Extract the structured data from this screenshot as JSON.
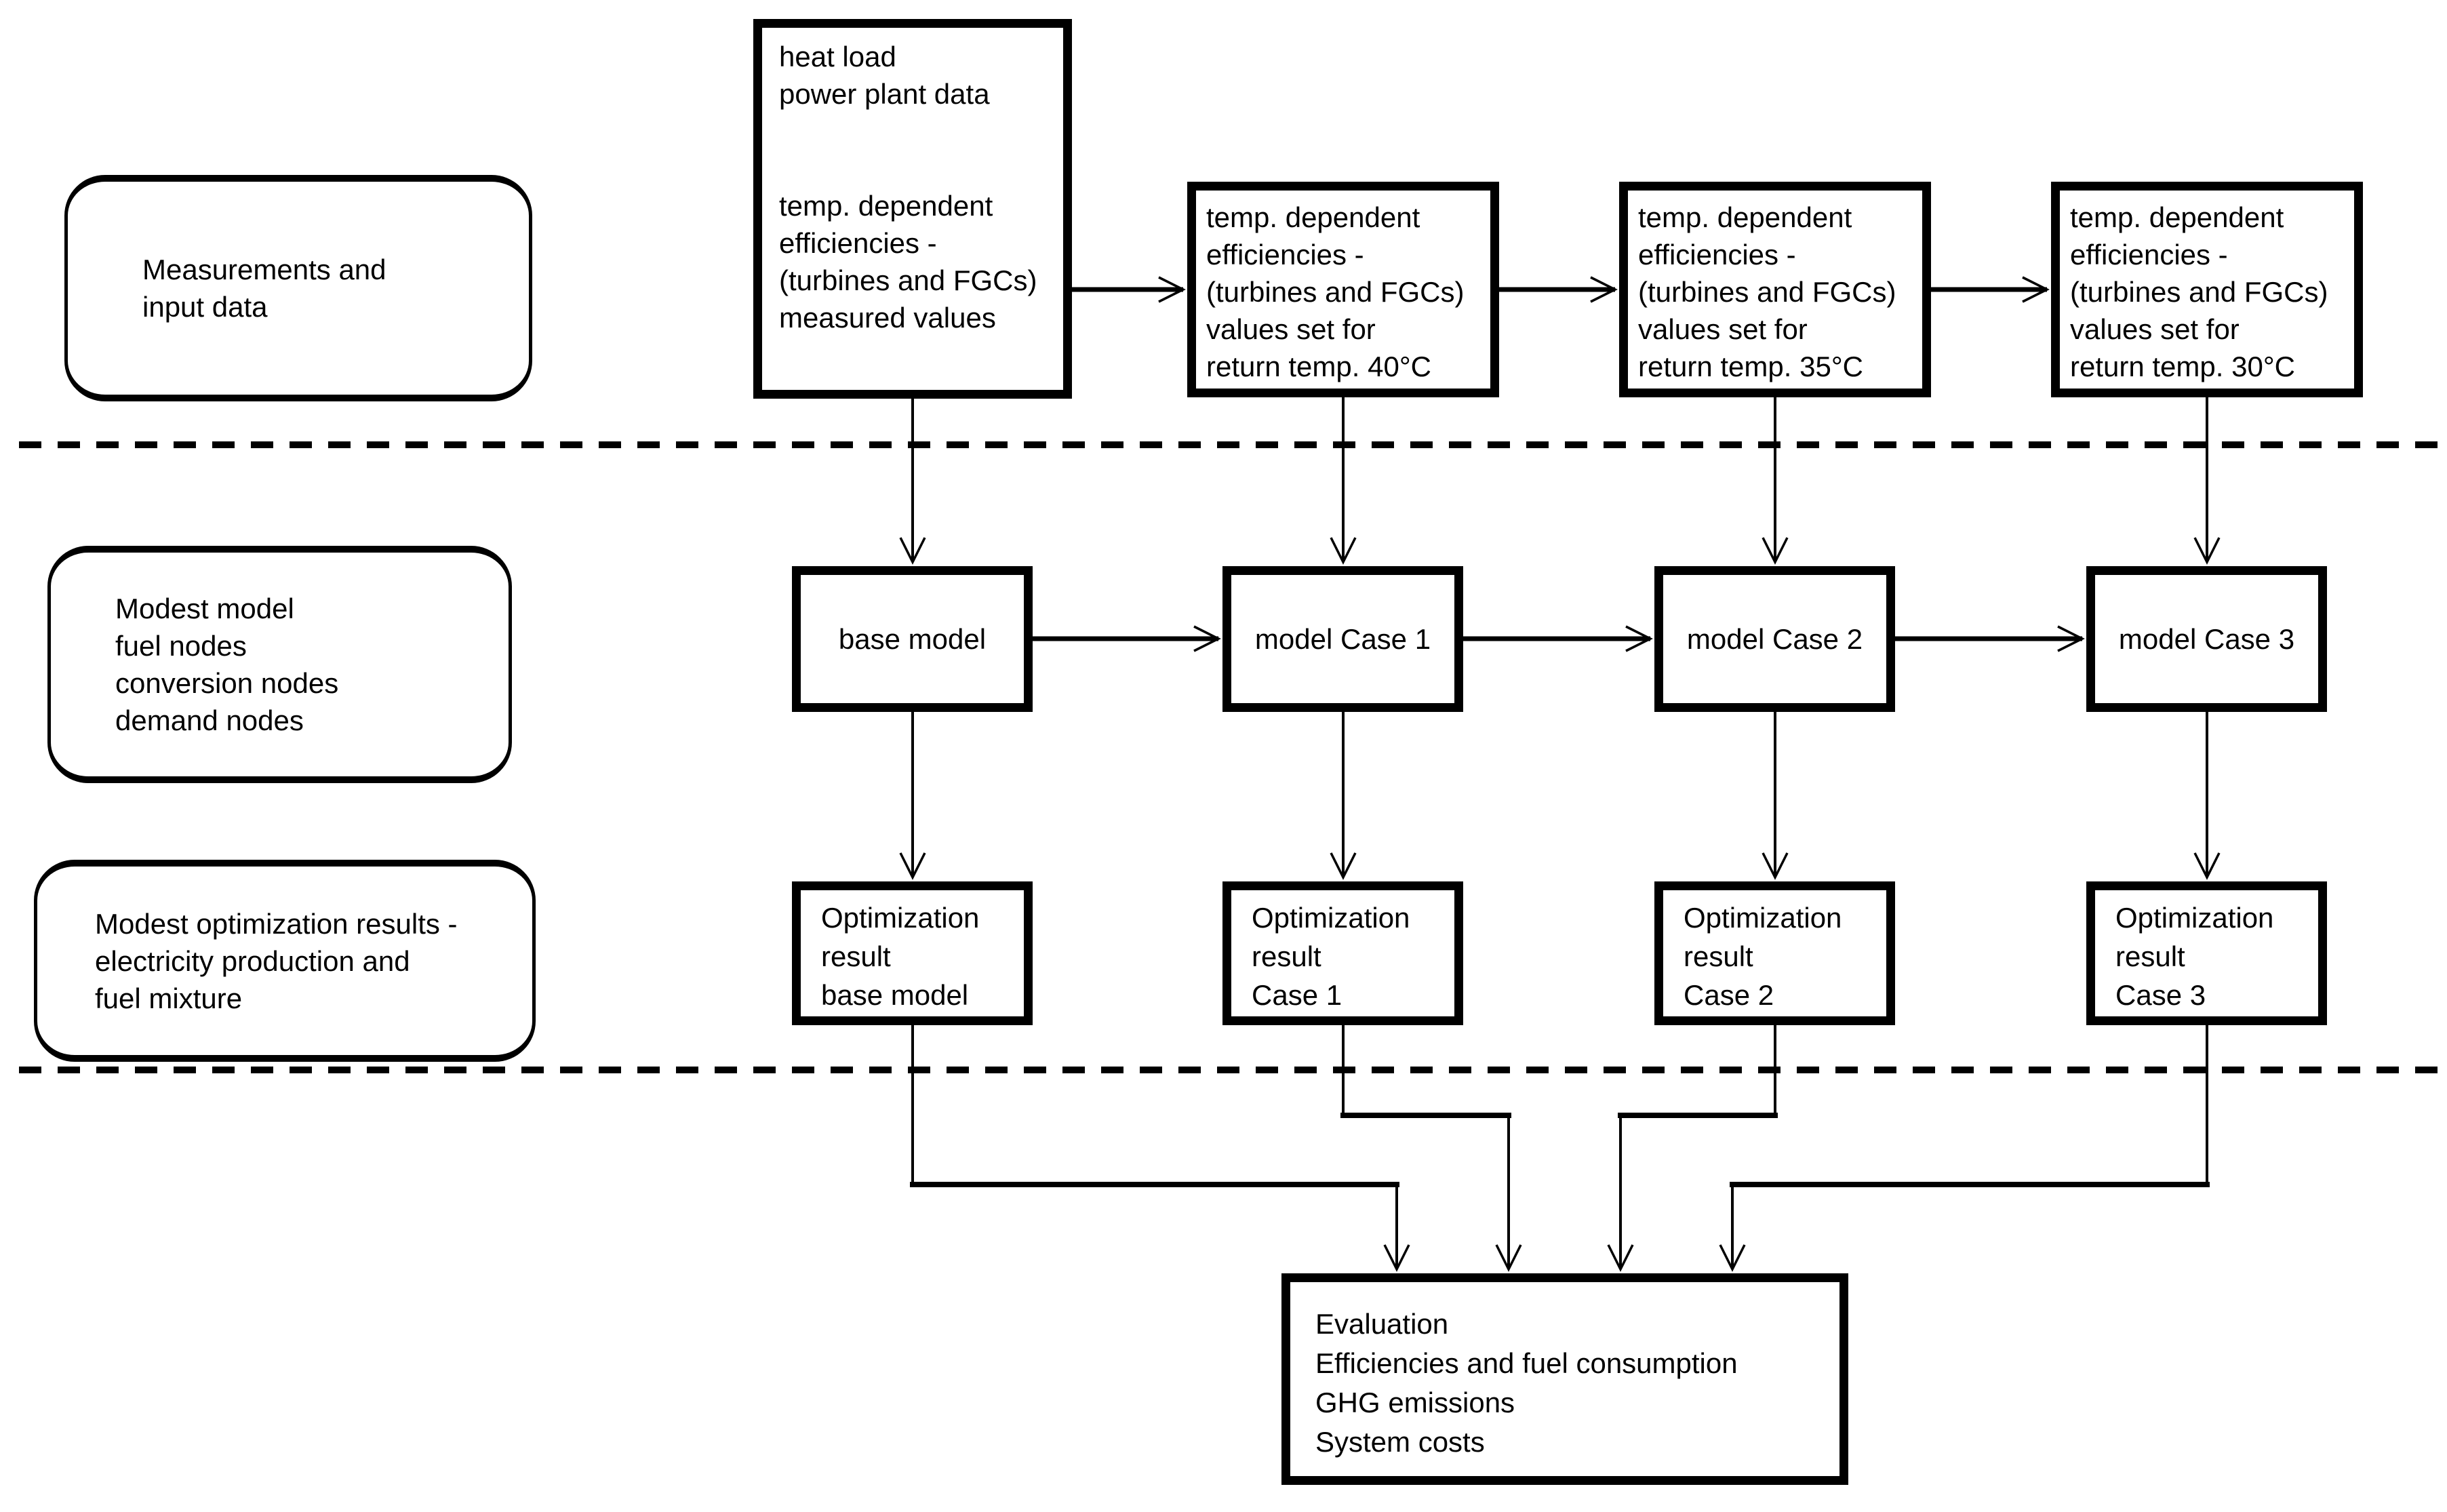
{
  "row_labels": {
    "measurements": "Measurements and\ninput data",
    "model": "Modest model\nfuel nodes\nconversion nodes\ndemand nodes",
    "optimization": "Modest optimization results -\nelectricity production and\nfuel mixture"
  },
  "input_row": {
    "measured": "heat load\npower plant data\n\n\ntemp. dependent\nefficiencies -\n(turbines and FGCs)\nmeasured values",
    "return_40": "temp. dependent\nefficiencies -\n(turbines and FGCs)\nvalues set for\nreturn temp. 40°C",
    "return_35": "temp. dependent\nefficiencies -\n(turbines and FGCs)\nvalues set for\nreturn temp. 35°C",
    "return_30": "temp. dependent\nefficiencies -\n(turbines and FGCs)\nvalues set for\nreturn temp. 30°C"
  },
  "model_row": {
    "base": "base model",
    "case1": "model Case 1",
    "case2": "model Case 2",
    "case3": "model Case 3"
  },
  "result_row": {
    "base": "Optimization\nresult\nbase model",
    "case1": "Optimization\nresult\nCase 1",
    "case2": "Optimization\nresult\nCase 2",
    "case3": "Optimization\nresult\nCase 3"
  },
  "evaluation": "Evaluation\nEfficiencies and fuel consumption\nGHG emissions\nSystem costs",
  "colors": {
    "ink": "#000000",
    "background": "#ffffff"
  }
}
